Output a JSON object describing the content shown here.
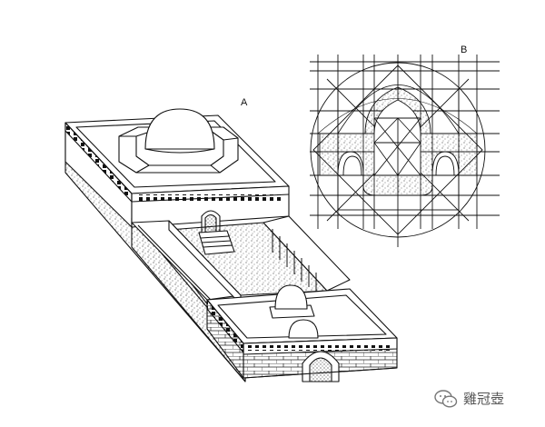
{
  "labels": {
    "a": "A",
    "b": "B"
  },
  "watermark": {
    "text": "雞冠壺",
    "icon": "chat-bubbles-icon"
  },
  "colors": {
    "ink": "#111111",
    "paper": "#ffffff",
    "stipple": "#777777"
  }
}
